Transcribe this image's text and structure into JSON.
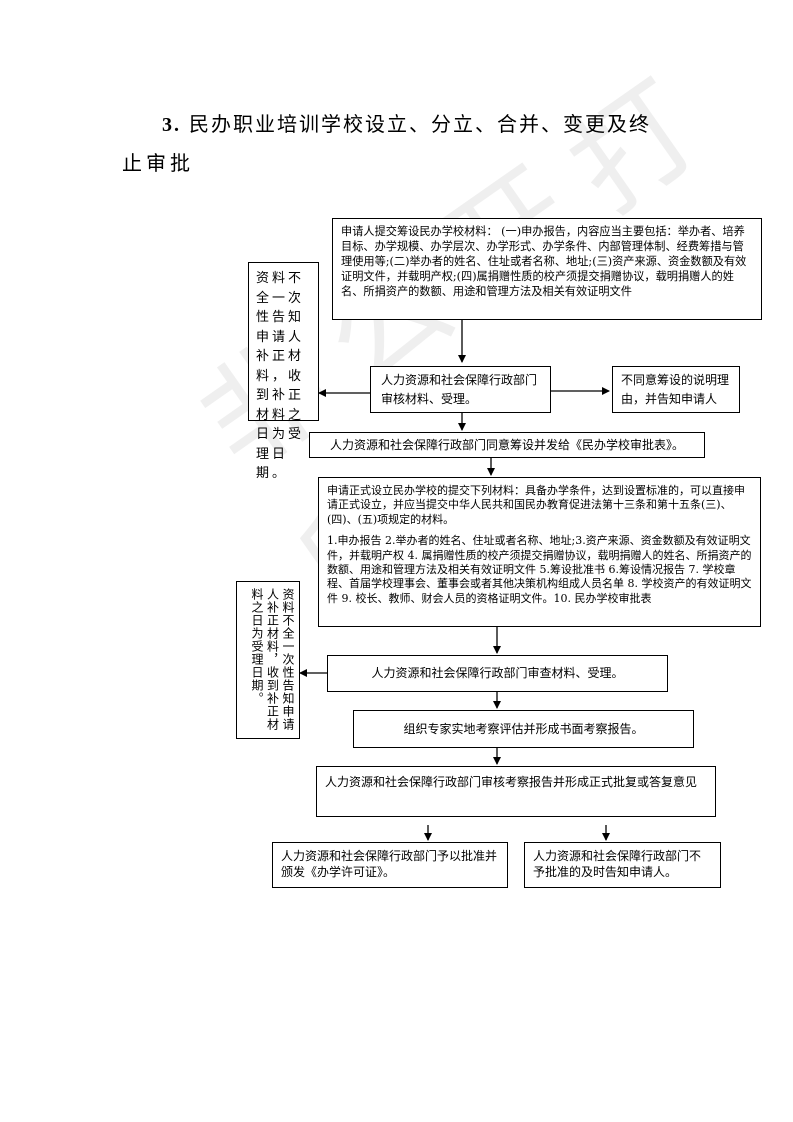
{
  "heading": {
    "number": "3.",
    "line1": "民办职业培训学校设立、分立、合并、变更及终",
    "line2": "止审批"
  },
  "watermark": "非公开打印",
  "flow": {
    "apply_materials": "申请人提交筹设民办学校材料：  (一)申办报告，内容应当主要包括：举办者、培养目标、办学规模、办学层次、办学形式、办学条件、内部管理体制、经费筹措与管理使用等;(二)举办者的姓名、住址或者名称、地址;(三)资产来源、资金数额及有效证明文件，并载明产权;(四)属捐赠性质的校产须提交捐赠协议，载明捐赠人的姓名、所捐资产的数额、用途和管理方法及相关有效证明文件",
    "incomplete_notice_1": "资料不全一次性告知申请人补正材料，收到补正材料之日为受理日期。",
    "review_1": "人力资源和社会保障行政部门审核材料、受理。",
    "reject_1": "不同意筹设的说明理由，并告知申请人",
    "approve_prep": "人力资源和社会保障行政部门同意筹设并发给《民办学校审批表》。",
    "formal_apply": "申请正式设立民办学校的提交下列材料：具备办学条件，达到设置标准的，可以直接申请正式设立，并应当提交中华人民共和国民办教育促进法第十三条和第十五条(三)、(四)、(五)项规定的材料。",
    "formal_list": "1.申办报告 2.举办者的姓名、住址或者名称、地址;3.资产来源、资金数额及有效证明文件，并载明产权 4. 属捐赠性质的校产须提交捐赠协议，载明捐赠人的姓名、所捐资产的数额、用途和管理方法及相关有效证明文件 5.筹设批准书 6.筹设情况报告 7. 学校章程、首届学校理事会、董事会或者其他决策机构组成人员名单 8. 学校资产的有效证明文件 9. 校长、教师、财会人员的资格证明文件。10. 民办学校审批表",
    "incomplete_notice_2": "资料不全一次性告知申请人补正材料，收到补正材料之日为受理日期。",
    "review_2": "人力资源和社会保障行政部门审查材料、受理。",
    "expert_eval": "组织专家实地考察评估并形成书面考察报告。",
    "final_review": "人力资源和社会保障行政部门审核考察报告并形成正式批复或答复意见",
    "approve_final": "人力资源和社会保障行政部门予以批准并颁发《办学许可证》。",
    "reject_final": "人力资源和社会保障行政部门不予批准的及时告知申请人。"
  }
}
